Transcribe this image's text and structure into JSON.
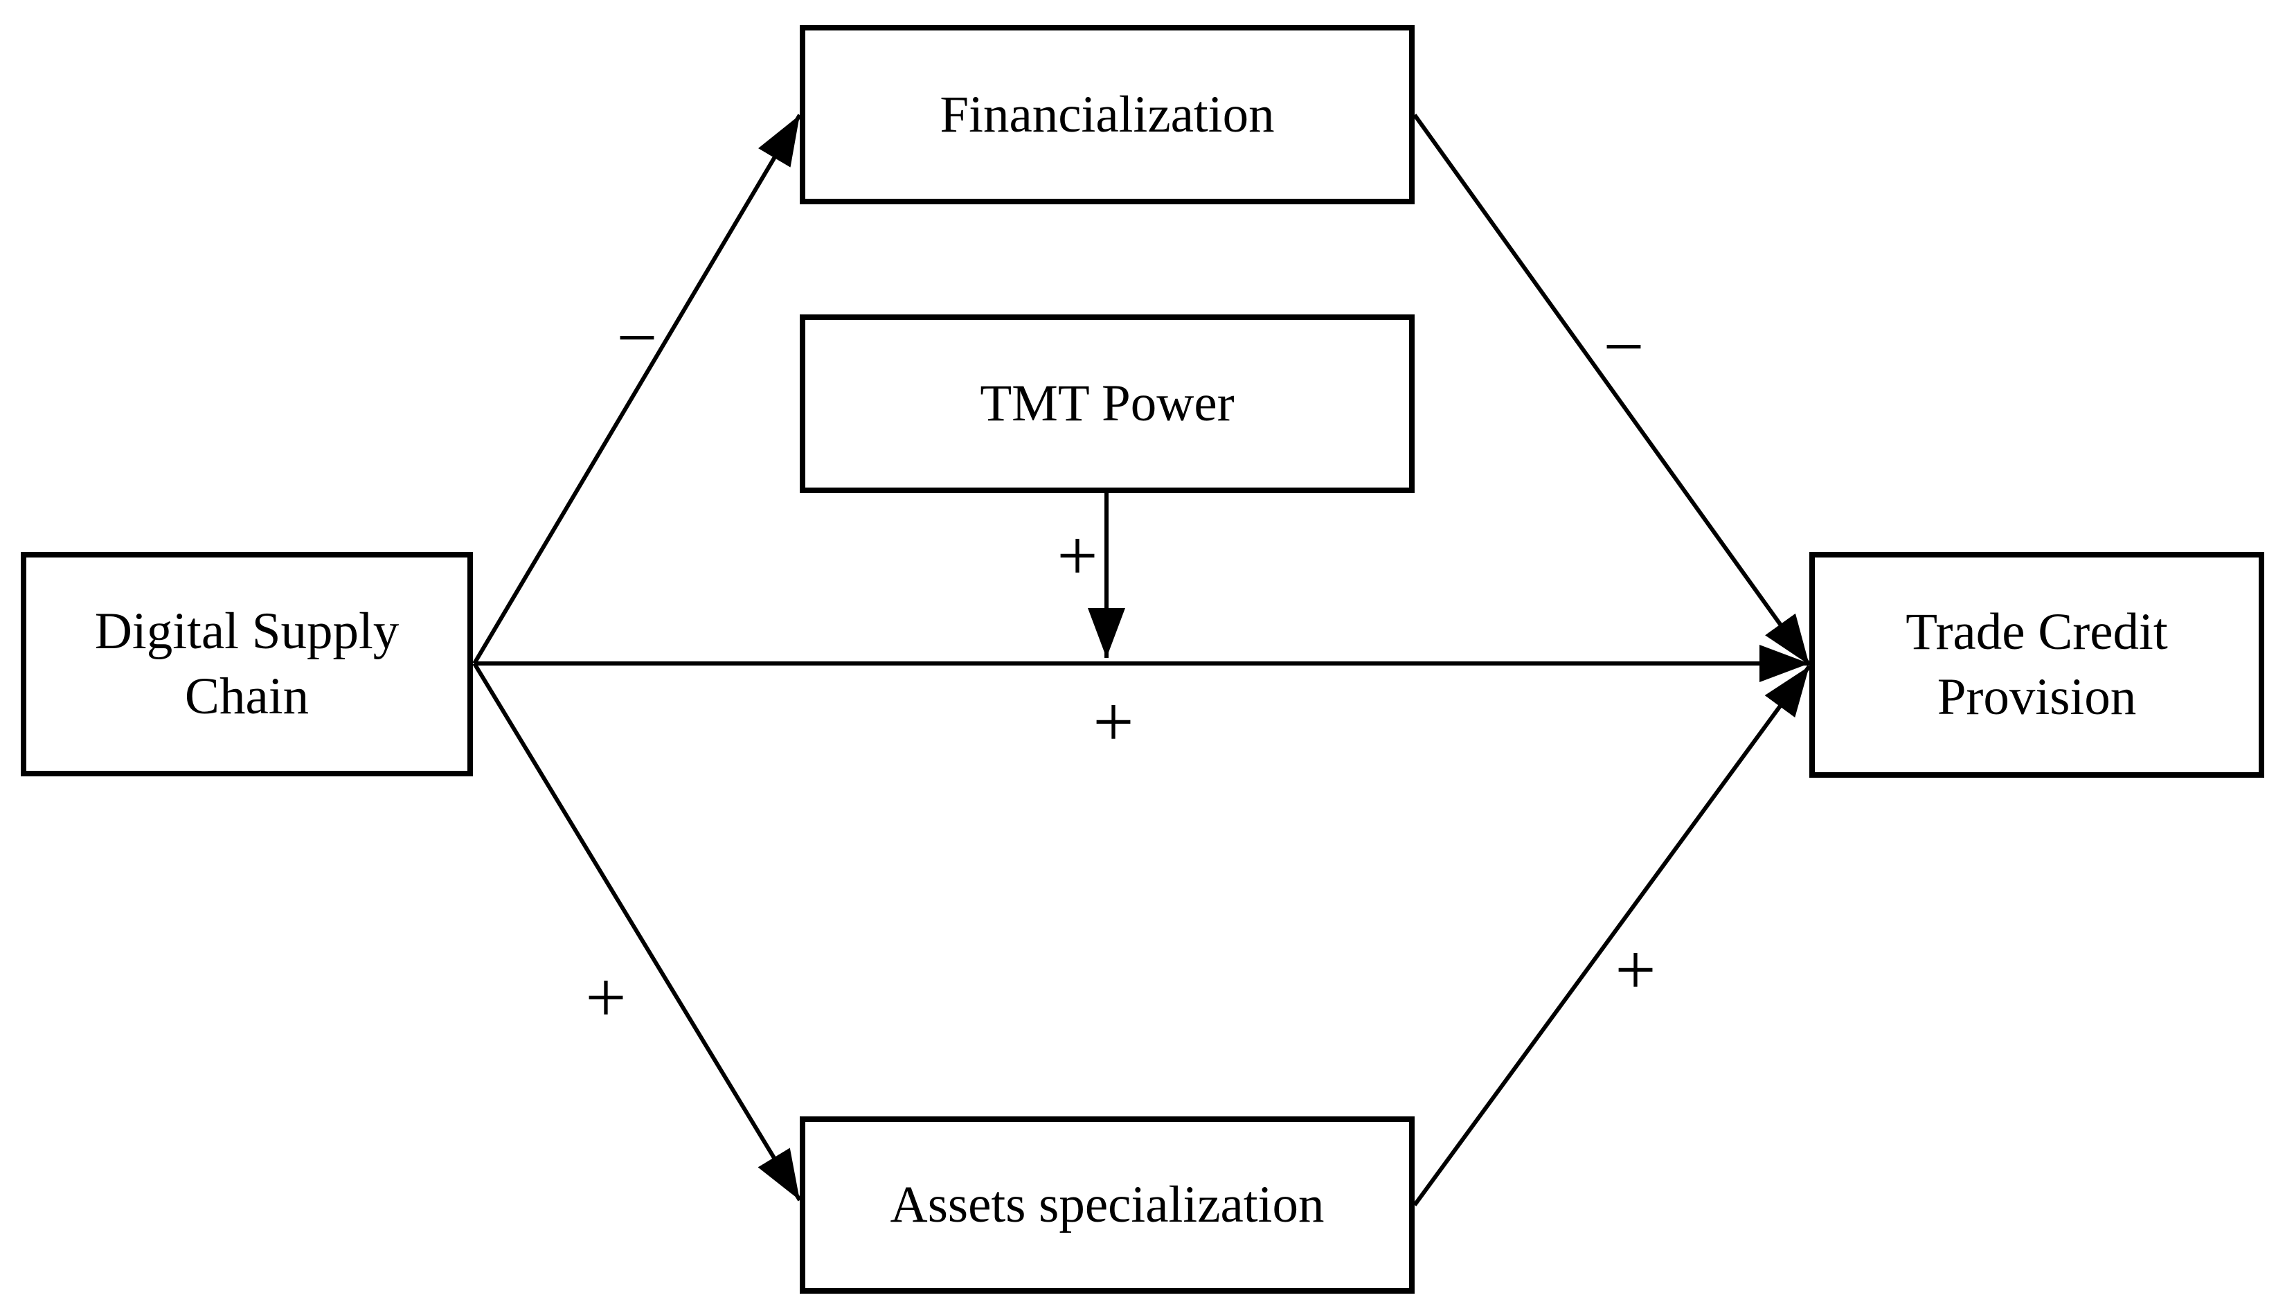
{
  "figure": {
    "background_color": "#ffffff",
    "line_color": "#000000",
    "nodes": {
      "digital_supply_chain": {
        "label": "Digital Supply Chain"
      },
      "financialization": {
        "label": "Financialization"
      },
      "tmt_power": {
        "label": "TMT Power"
      },
      "assets_specialization": {
        "label": "Assets specialization"
      },
      "trade_credit_provision": {
        "label": "Trade Credit Provision"
      }
    },
    "edges": [
      {
        "id": "dsc-to-financialization",
        "from": "digital_supply_chain",
        "to": "financialization",
        "sign": "−"
      },
      {
        "id": "financialization-to-tcp",
        "from": "financialization",
        "to": "trade_credit_provision",
        "sign": "−"
      },
      {
        "id": "dsc-to-tcp",
        "from": "digital_supply_chain",
        "to": "trade_credit_provision",
        "sign": "+"
      },
      {
        "id": "tmt-moderation-of-dsc-to-tcp",
        "from": "tmt_power",
        "to": "dsc-to-tcp",
        "sign": "+"
      },
      {
        "id": "dsc-to-assets",
        "from": "digital_supply_chain",
        "to": "assets_specialization",
        "sign": "+"
      },
      {
        "id": "assets-to-tcp",
        "from": "assets_specialization",
        "to": "trade_credit_provision",
        "sign": "+"
      }
    ]
  }
}
